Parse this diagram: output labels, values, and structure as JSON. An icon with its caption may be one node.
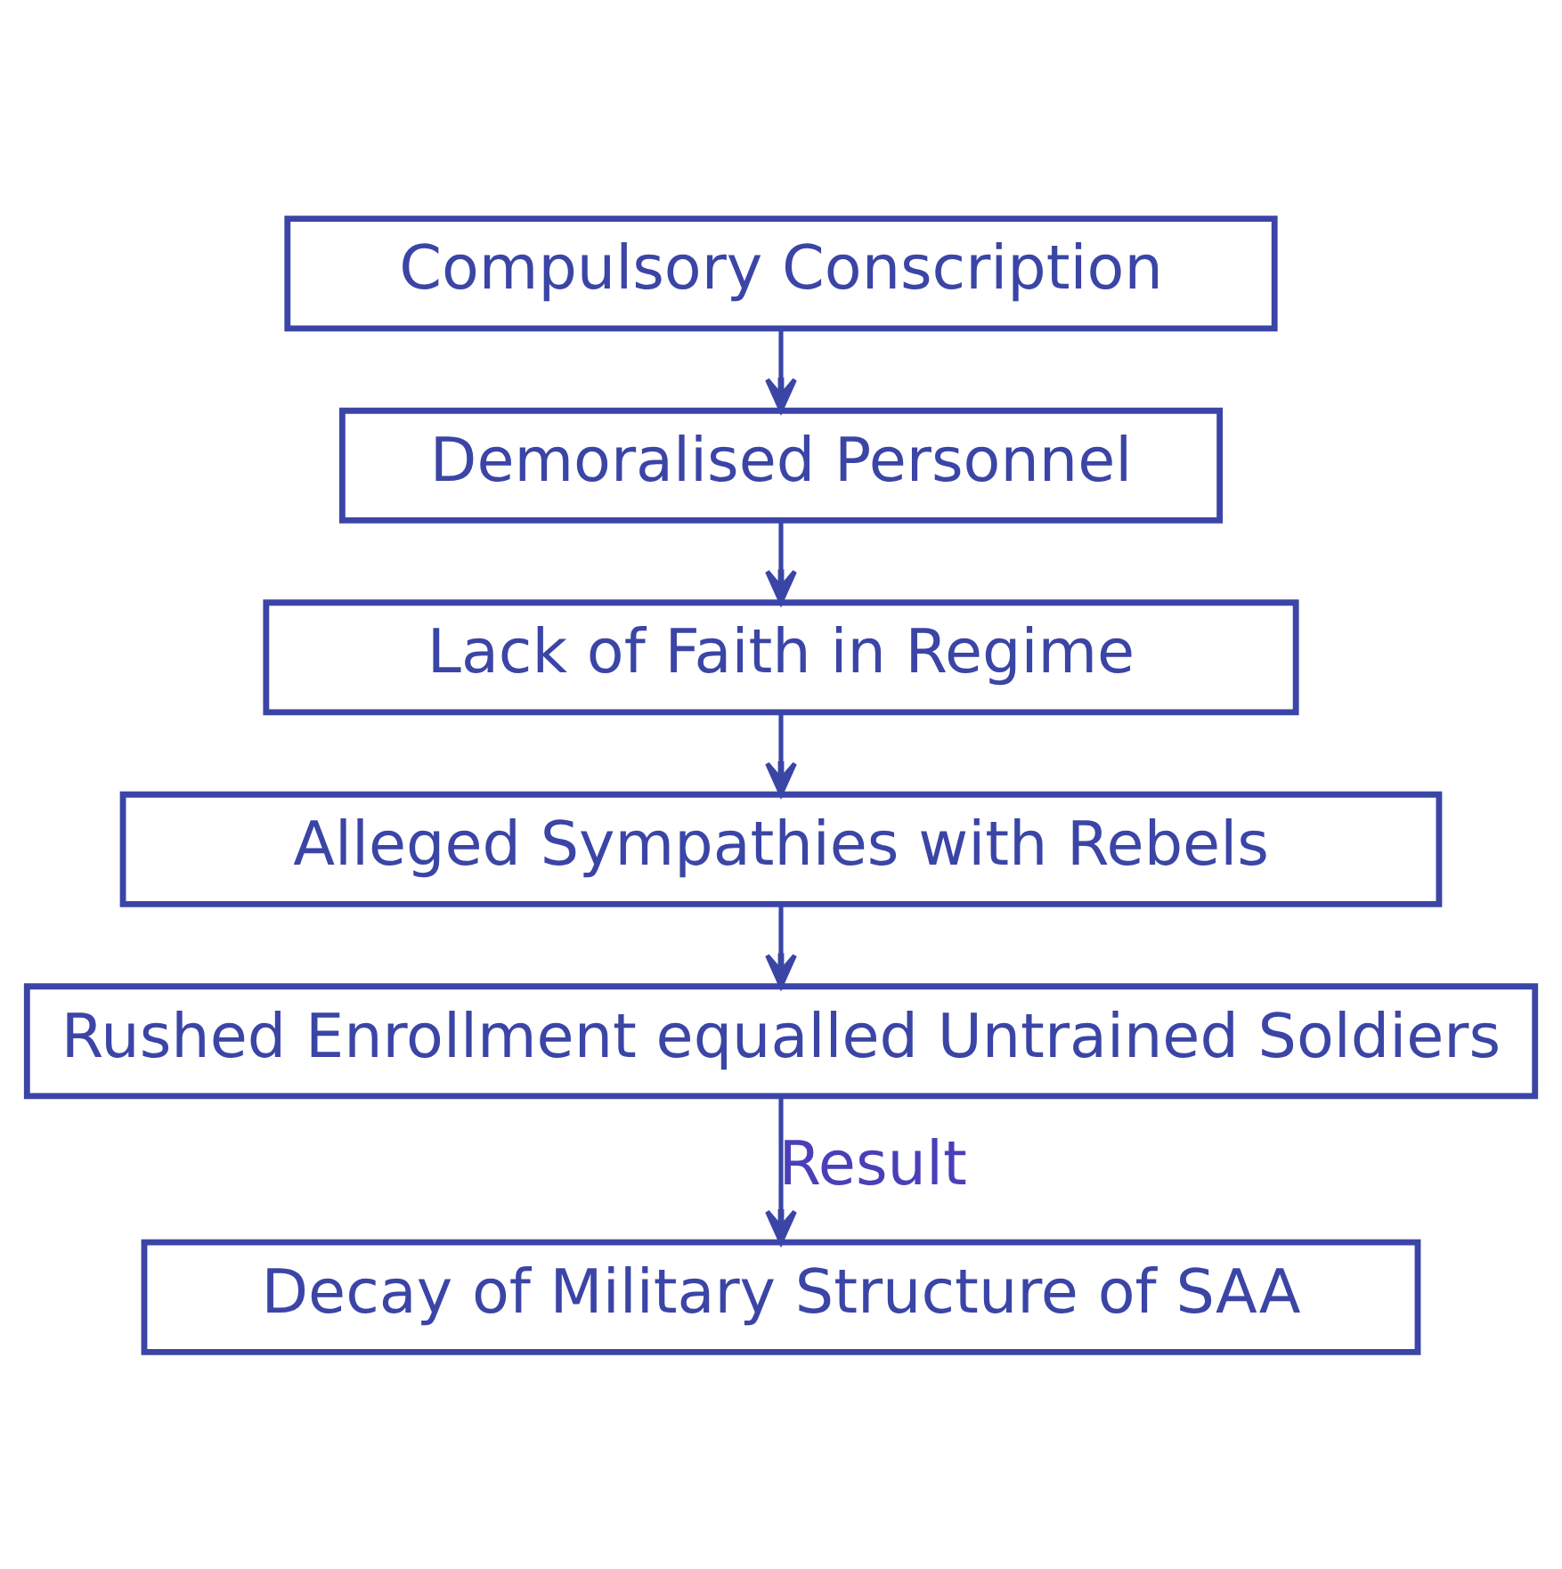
{
  "diagram": {
    "nodes": [
      {
        "text": [
          "Compulsory Conscription"
        ]
      },
      {
        "text": [
          "Demoralised Personnel"
        ]
      },
      {
        "text": [
          "Lack of Faith in Regime"
        ]
      },
      {
        "text": [
          "Alleged Sympathies with Rebels"
        ]
      },
      {
        "text": [
          "Rushed Enrollment equalled Untrained Soldiers"
        ]
      },
      {
        "text": [
          "Decay of Military Structure of SAA"
        ]
      }
    ],
    "edges": [
      {
        "from": 0,
        "to": 1,
        "arrow": "to"
      },
      {
        "from": 1,
        "to": 2,
        "arrow": "to"
      },
      {
        "from": 2,
        "to": 3,
        "arrow": "to"
      },
      {
        "from": 3,
        "to": 4,
        "arrow": "to"
      },
      {
        "from": 4,
        "to": 5,
        "arrow": "to",
        "label": "Result"
      }
    ]
  }
}
